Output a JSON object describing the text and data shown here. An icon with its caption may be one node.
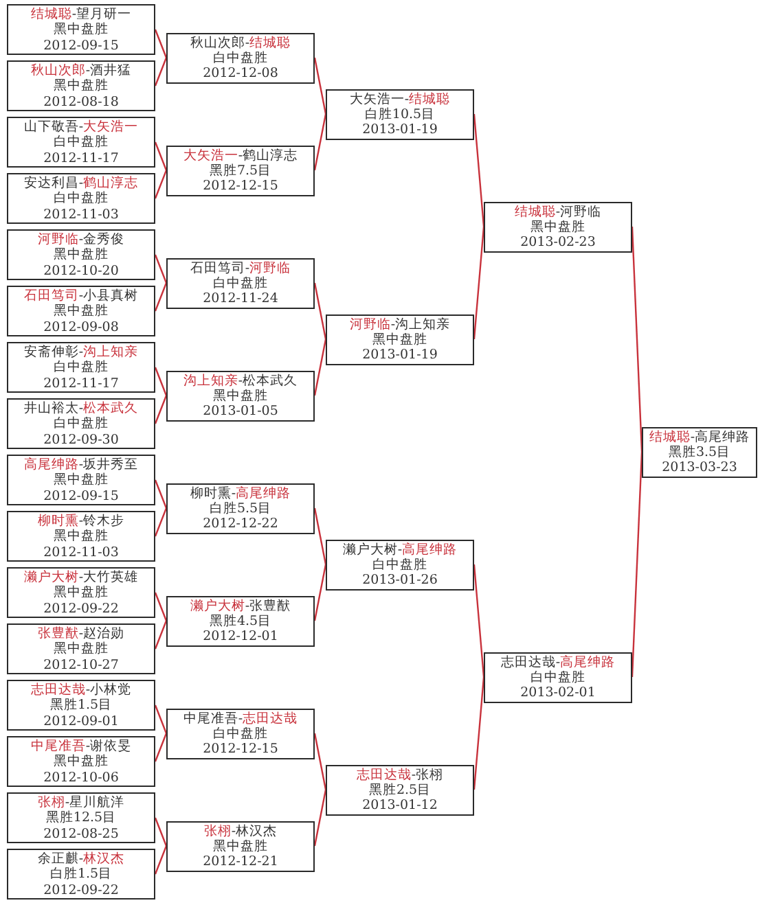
{
  "diagram": {
    "nodes": [
      {
        "text": [
          "**结城聪**-望月研一",
          "黑中盘胜",
          "2012-09-15"
        ]
      },
      {
        "text": [
          "**秋山次郎**-酒井猛",
          "黑中盘胜",
          "2012-08-18"
        ]
      },
      {
        "text": [
          "山下敬吾-**大矢浩一**",
          "白中盘胜",
          "2012-11-17"
        ]
      },
      {
        "text": [
          "安达利昌-**鹤山淳志**",
          "白中盘胜",
          "2012-11-03"
        ]
      },
      {
        "text": [
          "**河野临**-金秀俊",
          "黑中盘胜",
          "2012-10-20"
        ]
      },
      {
        "text": [
          "**石田笃司**-小县真树",
          "黑中盘胜",
          "2012-09-08"
        ]
      },
      {
        "text": [
          "安斋伸彰-**沟上知亲**",
          "白中盘胜",
          "2012-11-17"
        ]
      },
      {
        "text": [
          "井山裕太-**松本武久**",
          "白中盘胜",
          "2012-09-30"
        ]
      },
      {
        "text": [
          "**高尾绅路**-坂井秀至",
          "黑中盘胜",
          "2012-09-15"
        ]
      },
      {
        "text": [
          "**柳时熏**-铃木步",
          "黑中盘胜",
          "2012-11-03"
        ]
      },
      {
        "text": [
          "**濑户大树**-大竹英雄",
          "黑中盘胜",
          "2012-09-22"
        ]
      },
      {
        "text": [
          "**张豊猷**-赵治勋",
          "黑中盘胜",
          "2012-10-27"
        ]
      },
      {
        "text": [
          "**志田达哉**-小林觉",
          "黑胜1.5目",
          "2012-09-01"
        ]
      },
      {
        "text": [
          "**中尾准吾**-谢依旻",
          "黑中盘胜",
          "2012-10-06"
        ]
      },
      {
        "text": [
          "**张栩**-星川航洋",
          "黑胜12.5目",
          "2012-08-25"
        ]
      },
      {
        "text": [
          "余正麒-**林汉杰**",
          "白胜1.5目",
          "2012-09-22"
        ]
      },
      {
        "text": [
          "秋山次郎-**结城聪**",
          "白中盘胜",
          "2012-12-08"
        ]
      },
      {
        "text": [
          "**大矢浩一**-鹤山淳志",
          "黑胜7.5目",
          "2012-12-15"
        ]
      },
      {
        "text": [
          "石田笃司-**河野临**",
          "白中盘胜",
          "2012-11-24"
        ]
      },
      {
        "text": [
          "**沟上知亲**-松本武久",
          "黑中盘胜",
          "2013-01-05"
        ]
      },
      {
        "text": [
          "柳时熏-**高尾绅路**",
          "白胜5.5目",
          "2012-12-22"
        ]
      },
      {
        "text": [
          "**濑户大树**-张豊猷",
          "黑胜4.5目",
          "2012-12-01"
        ]
      },
      {
        "text": [
          "中尾准吾-**志田达哉**",
          "白中盘胜",
          "2012-12-15"
        ]
      },
      {
        "text": [
          "**张栩**-林汉杰",
          "黑中盘胜",
          "2012-12-21"
        ]
      },
      {
        "text": [
          "大矢浩一-**结城聪**",
          "白胜10.5目",
          "2013-01-19"
        ]
      },
      {
        "text": [
          "**河野临**-沟上知亲",
          "黑中盘胜",
          "2013-01-19"
        ]
      },
      {
        "text": [
          "濑户大树-**高尾绅路**",
          "白中盘胜",
          "2013-01-26"
        ]
      },
      {
        "text": [
          "**志田达哉**-张栩",
          "黑胜2.5目",
          "2013-01-12"
        ]
      },
      {
        "text": [
          "**结城聪**-河野临",
          "黑中盘胜",
          "2013-02-23"
        ]
      },
      {
        "text": [
          "志田达哉-**高尾绅路**",
          "白中盘胜",
          "2013-02-01"
        ]
      },
      {
        "text": [
          "**结城聪**-高尾绅路",
          "黑胜3.5目",
          "2013-03-23"
        ]
      }
    ],
    "edges": [
      {
        "from": 0,
        "to": 16,
        "arrow": "none"
      },
      {
        "from": 1,
        "to": 16,
        "arrow": "none"
      },
      {
        "from": 2,
        "to": 17,
        "arrow": "none"
      },
      {
        "from": 3,
        "to": 17,
        "arrow": "none"
      },
      {
        "from": 4,
        "to": 18,
        "arrow": "none"
      },
      {
        "from": 5,
        "to": 18,
        "arrow": "none"
      },
      {
        "from": 6,
        "to": 19,
        "arrow": "none"
      },
      {
        "from": 7,
        "to": 19,
        "arrow": "none"
      },
      {
        "from": 8,
        "to": 20,
        "arrow": "none"
      },
      {
        "from": 9,
        "to": 20,
        "arrow": "none"
      },
      {
        "from": 10,
        "to": 21,
        "arrow": "none"
      },
      {
        "from": 11,
        "to": 21,
        "arrow": "none"
      },
      {
        "from": 12,
        "to": 22,
        "arrow": "none"
      },
      {
        "from": 13,
        "to": 22,
        "arrow": "none"
      },
      {
        "from": 14,
        "to": 23,
        "arrow": "none"
      },
      {
        "from": 15,
        "to": 23,
        "arrow": "none"
      },
      {
        "from": 16,
        "to": 24,
        "arrow": "none"
      },
      {
        "from": 17,
        "to": 24,
        "arrow": "none"
      },
      {
        "from": 18,
        "to": 25,
        "arrow": "none"
      },
      {
        "from": 19,
        "to": 25,
        "arrow": "none"
      },
      {
        "from": 20,
        "to": 26,
        "arrow": "none"
      },
      {
        "from": 21,
        "to": 26,
        "arrow": "none"
      },
      {
        "from": 22,
        "to": 27,
        "arrow": "none"
      },
      {
        "from": 23,
        "to": 27,
        "arrow": "none"
      },
      {
        "from": 24,
        "to": 28,
        "arrow": "none"
      },
      {
        "from": 25,
        "to": 28,
        "arrow": "none"
      },
      {
        "from": 26,
        "to": 29,
        "arrow": "none"
      },
      {
        "from": 27,
        "to": 29,
        "arrow": "none"
      },
      {
        "from": 28,
        "to": 30,
        "arrow": "none"
      },
      {
        "from": 29,
        "to": 30,
        "arrow": "none"
      }
    ]
  }
}
